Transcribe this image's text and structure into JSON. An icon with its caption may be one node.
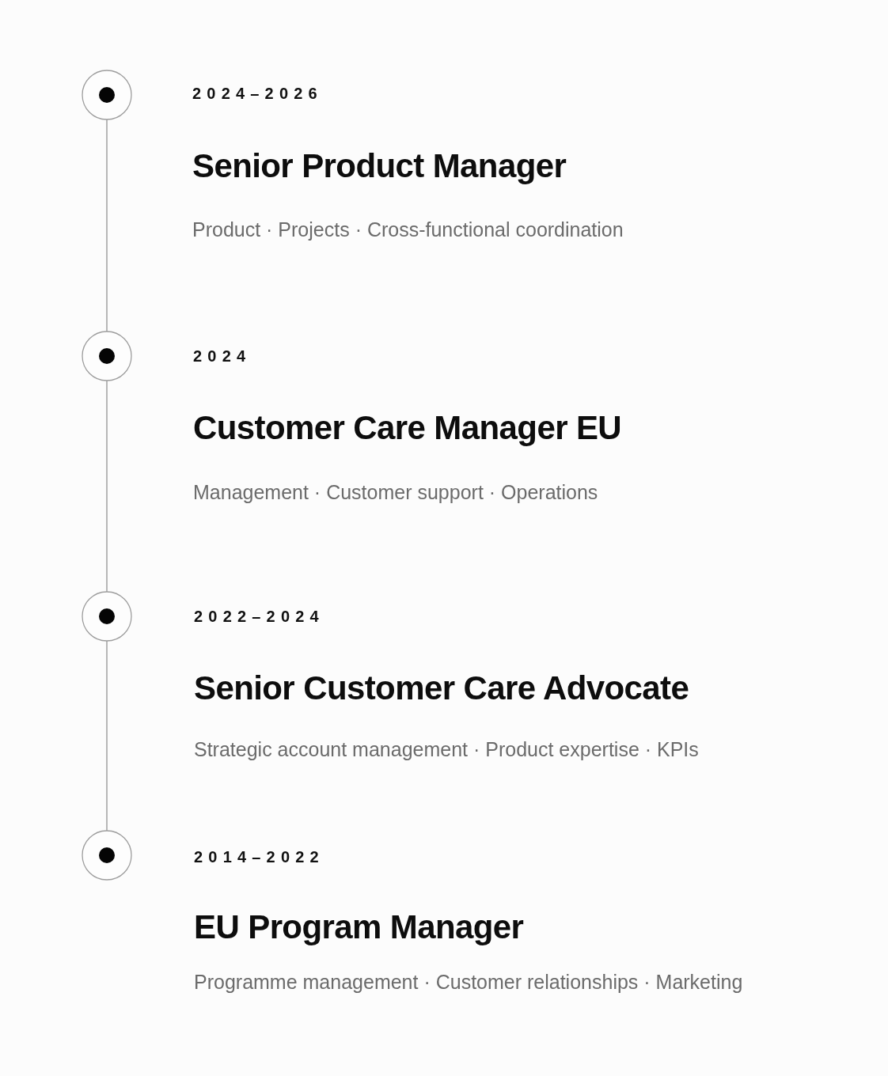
{
  "diagram": {
    "nodes": [
      {
        "text": [],
        "shape": "circle",
        "beside": [
          "2024–2026",
          "Senior Product Manager",
          "Product · Projects · Cross-functional coordination"
        ]
      },
      {
        "text": [],
        "shape": "circle",
        "beside": [
          "2024",
          "Customer Care Manager EU",
          "Management · Customer support · Operations"
        ]
      },
      {
        "text": [],
        "shape": "circle",
        "beside": [
          "2022–2024",
          "Senior Customer Care Advocate",
          "Strategic account management · Product expertise · KPIs"
        ]
      },
      {
        "text": [],
        "shape": "circle",
        "beside": [
          "2014–2022",
          "EU Program Manager",
          "Programme management · Customer relationships · Marketing"
        ]
      }
    ],
    "edges": [
      {
        "from": 0,
        "to": 1,
        "arrow": "none"
      },
      {
        "from": 1,
        "to": 2,
        "arrow": "none"
      },
      {
        "from": 2,
        "to": 3,
        "arrow": "none"
      }
    ]
  }
}
